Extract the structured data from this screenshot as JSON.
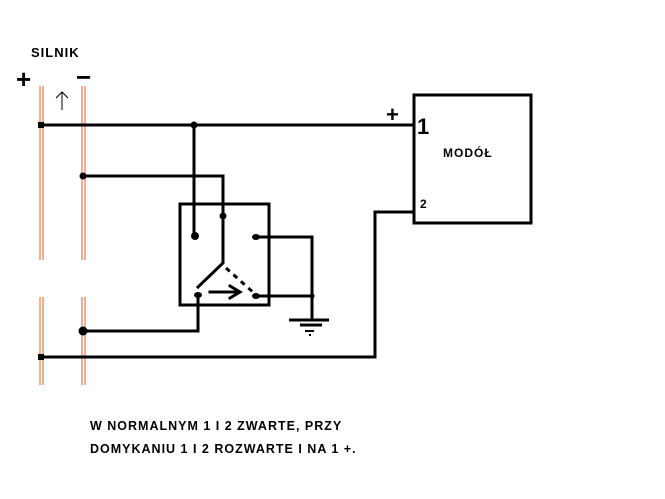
{
  "motor": {
    "label": "SILNIK",
    "plus": "+",
    "minus": "−"
  },
  "module": {
    "label": "MODÓŁ",
    "pin1": "1",
    "pin2": "2",
    "pin1_polarity": "+"
  },
  "note": {
    "line1": "W NORMALNYM 1 I 2 ZWARTE, PRZY",
    "line2": "DOMYKANIU 1 I 2 ROZWARTE I NA 1 +."
  },
  "colors": {
    "wire": "#000000",
    "rail": "#e07a50"
  }
}
